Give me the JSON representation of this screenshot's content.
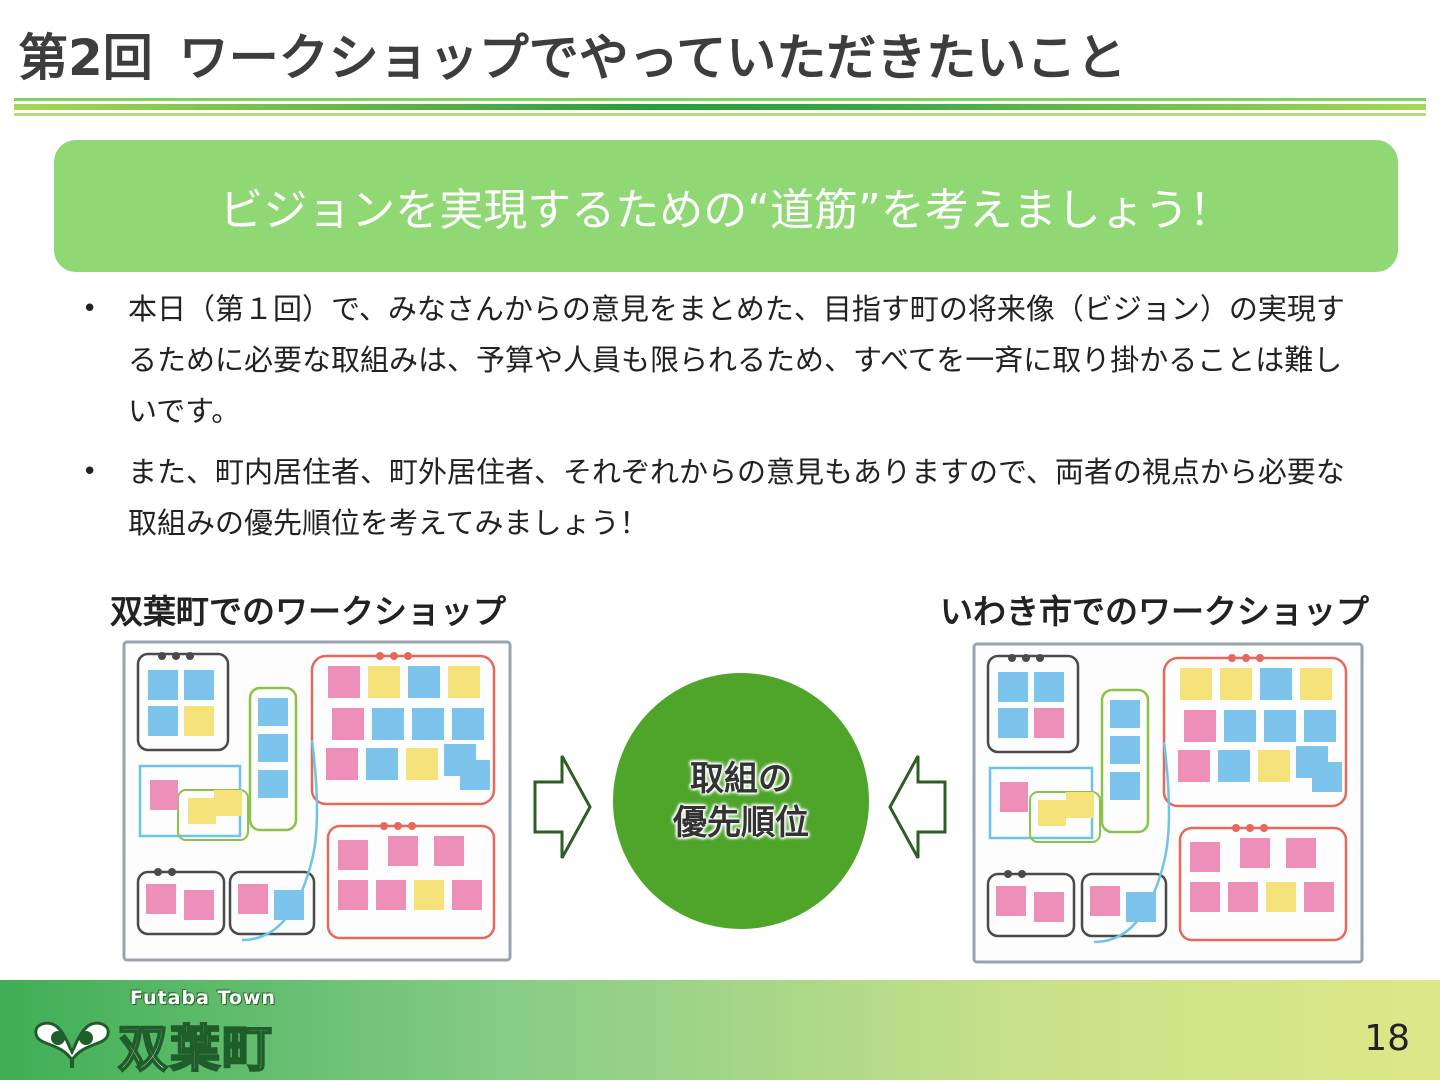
{
  "header": {
    "title_part1": "第2回",
    "title_part2": "ワークショップでやっていただきたいこと"
  },
  "banner": {
    "text": "ビジョンを実現するための“道筋”を考えましょう！"
  },
  "bullets": [
    "本日（第１回）で、みなさんからの意見をまとめた、目指す町の将来像（ビジョン）の実現するために必要な取組みは、予算や人員も限られるため、すべてを一斉に取り掛かることは難しいです。",
    "また、町内居住者、町外居住者、それぞれからの意見もありますので、両者の視点から必要な取組みの優先順位を考えてみましょう！"
  ],
  "bullet_marker": "•",
  "diagram": {
    "left_label": "双葉町でのワークショップ",
    "right_label": "いわき市でのワークショップ",
    "center_line1": "取組の",
    "center_line2": "優先順位",
    "center_color": "#4ea52a",
    "left_image_icon": "sticky-note-board-illustration",
    "right_image_icon": "sticky-note-board-illustration",
    "left_arrow_icon": "right-arrow-outline-icon",
    "right_arrow_icon": "left-arrow-outline-icon"
  },
  "footer": {
    "english_name": "Futaba Town",
    "japanese_name": "双葉町",
    "logo_icon": "futaba-town-emblem",
    "page_number": "18"
  },
  "colors": {
    "banner_bg": "#8fd873",
    "accent_green": "#2d9b3a",
    "footer_gradient_start": "#3fae55",
    "footer_gradient_end": "#dde888"
  }
}
